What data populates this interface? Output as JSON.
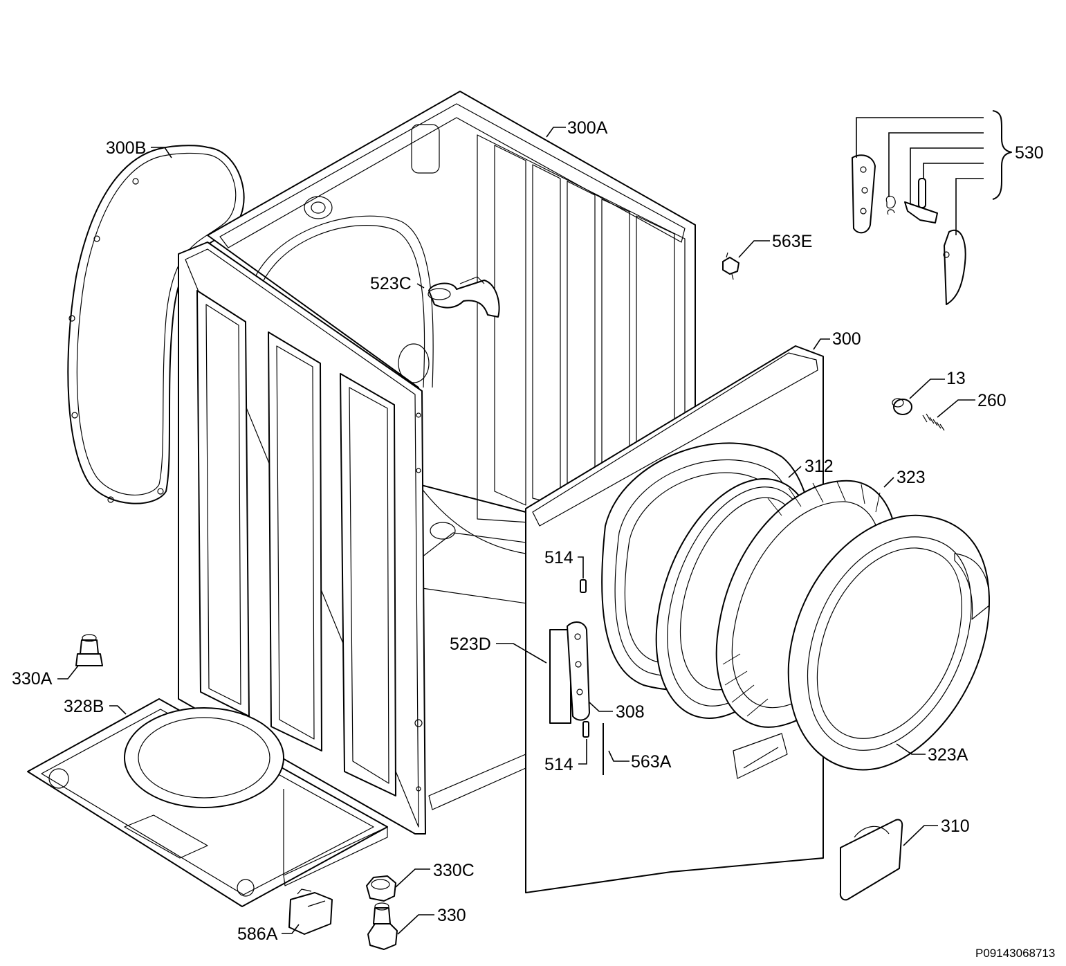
{
  "diagram": {
    "labels": {
      "p300B": "300B",
      "p300A": "300A",
      "p530": "530",
      "p563E": "563E",
      "p523C": "523C",
      "p300": "300",
      "p13": "13",
      "p260": "260",
      "p312": "312",
      "p323": "323",
      "p514a": "514",
      "p523D": "523D",
      "p308": "308",
      "p514b": "514",
      "p563A": "563A",
      "p323A": "323A",
      "p330A": "330A",
      "p328B": "328B",
      "p310": "310",
      "p330C": "330C",
      "p330": "330",
      "p586A": "586A"
    },
    "document_code": "P09143068713"
  }
}
